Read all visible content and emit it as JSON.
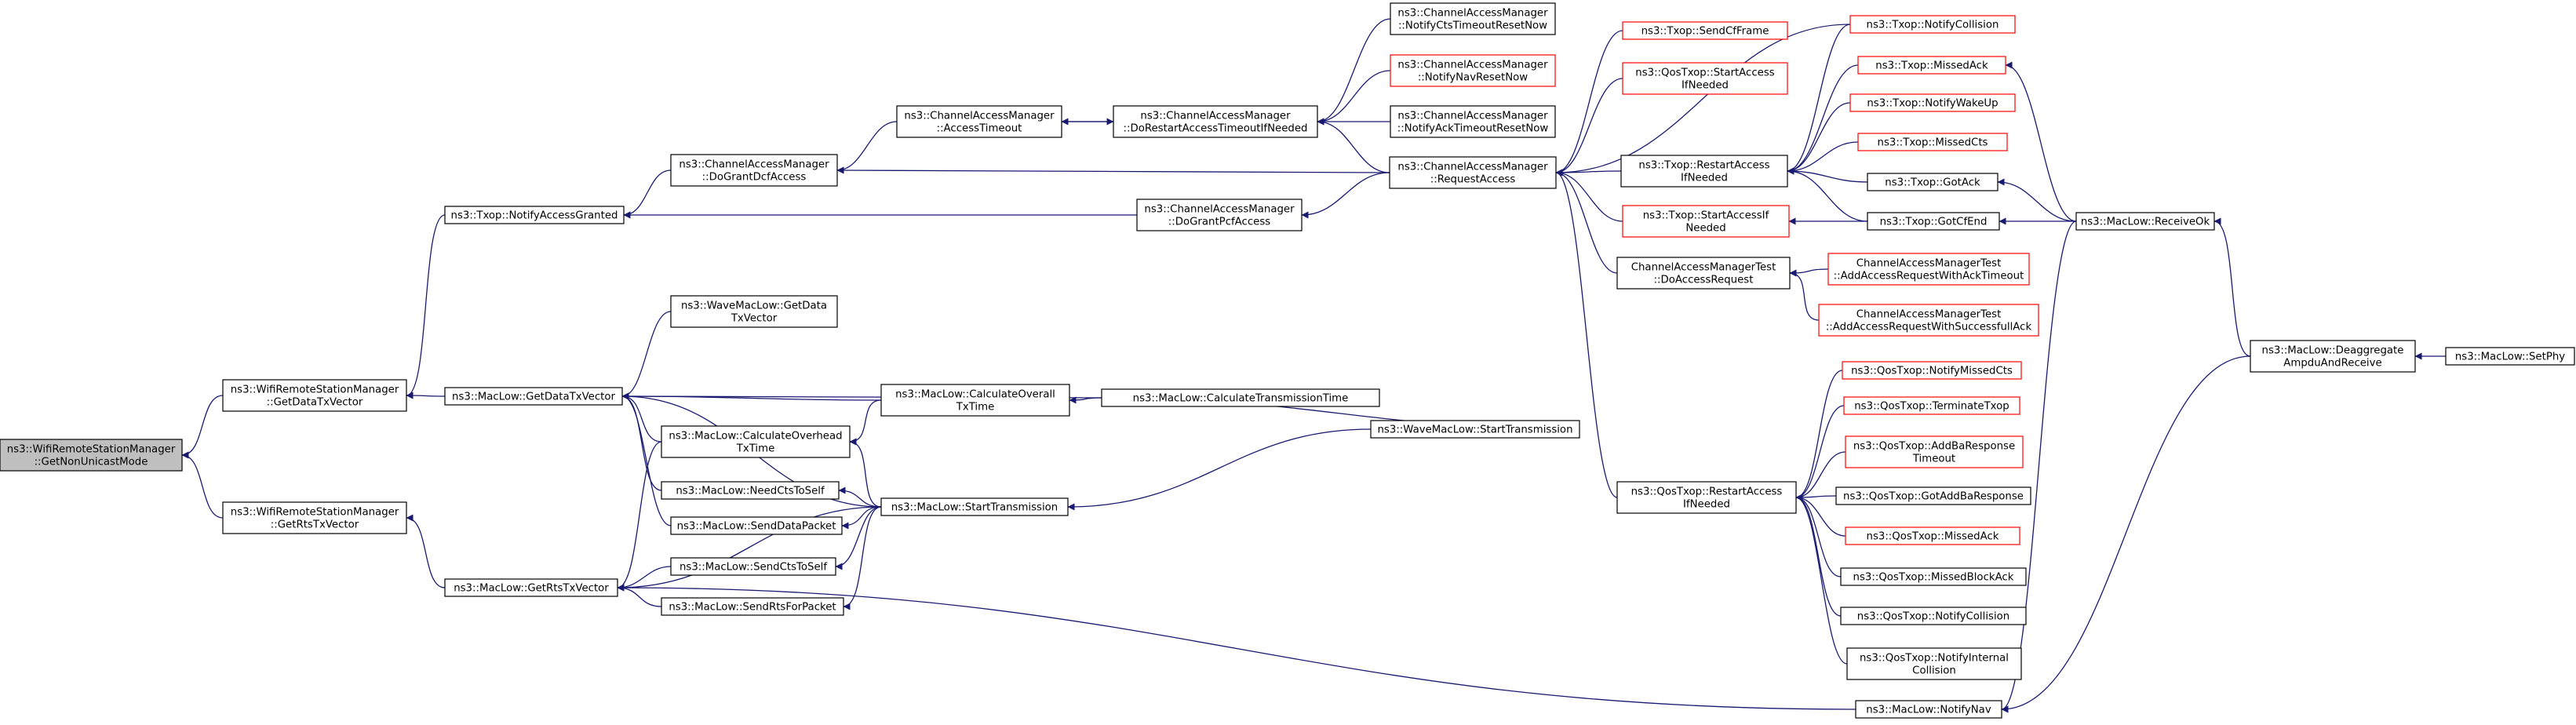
{
  "colors": {
    "edge": "#191970",
    "node_border": "#000000",
    "node_border_truncated": "#ff0000",
    "node_fill": "#ffffff",
    "root_fill": "#bfbfbf",
    "text": "#000000"
  },
  "nodes": [
    {
      "id": "root",
      "lines": [
        "ns3::WifiRemoteStationManager",
        "::GetNonUnicastMode"
      ],
      "root": true
    },
    {
      "id": "getDataTx",
      "lines": [
        "ns3::WifiRemoteStationManager",
        "::GetDataTxVector"
      ]
    },
    {
      "id": "getRtsTx",
      "lines": [
        "ns3::WifiRemoteStationManager",
        "::GetRtsTxVector"
      ]
    },
    {
      "id": "notifyAccessGranted",
      "lines": [
        "ns3::Txop::NotifyAccessGranted"
      ]
    },
    {
      "id": "macGetDataTx",
      "lines": [
        "ns3::MacLow::GetDataTxVector"
      ]
    },
    {
      "id": "macGetRtsTx",
      "lines": [
        "ns3::MacLow::GetRtsTxVector"
      ]
    },
    {
      "id": "doGrantDcf",
      "lines": [
        "ns3::ChannelAccessManager",
        "::DoGrantDcfAccess"
      ]
    },
    {
      "id": "waveGetData",
      "lines": [
        "ns3::WaveMacLow::GetData",
        "TxVector"
      ]
    },
    {
      "id": "calcOverhead",
      "lines": [
        "ns3::MacLow::CalculateOverhead",
        "TxTime"
      ]
    },
    {
      "id": "needCtsToSelf",
      "lines": [
        "ns3::MacLow::NeedCtsToSelf"
      ]
    },
    {
      "id": "sendDataPacket",
      "lines": [
        "ns3::MacLow::SendDataPacket"
      ]
    },
    {
      "id": "sendCtsToSelf",
      "lines": [
        "ns3::MacLow::SendCtsToSelf"
      ]
    },
    {
      "id": "sendRtsForPacket",
      "lines": [
        "ns3::MacLow::SendRtsForPacket"
      ]
    },
    {
      "id": "accessTimeout",
      "lines": [
        "ns3::ChannelAccessManager",
        "::AccessTimeout"
      ]
    },
    {
      "id": "calcOverall",
      "lines": [
        "ns3::MacLow::CalculateOverall",
        "TxTime"
      ]
    },
    {
      "id": "startTransmission",
      "lines": [
        "ns3::MacLow::StartTransmission"
      ]
    },
    {
      "id": "doGrantPcf",
      "lines": [
        "ns3::ChannelAccessManager",
        "::DoGrantPcfAccess"
      ]
    },
    {
      "id": "calcTransmission",
      "lines": [
        "ns3::MacLow::CalculateTransmissionTime"
      ]
    },
    {
      "id": "doRestart",
      "lines": [
        "ns3::ChannelAccessManager",
        "::DoRestartAccessTimeoutIfNeeded"
      ]
    },
    {
      "id": "waveStart",
      "lines": [
        "ns3::WaveMacLow::StartTransmission"
      ]
    },
    {
      "id": "notifyCtsReset",
      "lines": [
        "ns3::ChannelAccessManager",
        "::NotifyCtsTimeoutResetNow"
      ]
    },
    {
      "id": "notifyNavReset",
      "lines": [
        "ns3::ChannelAccessManager",
        "::NotifyNavResetNow"
      ],
      "truncated": true
    },
    {
      "id": "notifyAckReset",
      "lines": [
        "ns3::ChannelAccessManager",
        "::NotifyAckTimeoutResetNow"
      ]
    },
    {
      "id": "requestAccess",
      "lines": [
        "ns3::ChannelAccessManager",
        "::RequestAccess"
      ]
    },
    {
      "id": "sendCfFrame",
      "lines": [
        "ns3::Txop::SendCfFrame"
      ],
      "truncated": true
    },
    {
      "id": "qosStartAccess",
      "lines": [
        "ns3::QosTxop::StartAccess",
        "IfNeeded"
      ],
      "truncated": true
    },
    {
      "id": "restartAccess",
      "lines": [
        "ns3::Txop::RestartAccess",
        "IfNeeded"
      ]
    },
    {
      "id": "startAccess",
      "lines": [
        "ns3::Txop::StartAccessIf",
        "Needed"
      ],
      "truncated": true
    },
    {
      "id": "doAccessRequest",
      "lines": [
        "ChannelAccessManagerTest",
        "::DoAccessRequest"
      ]
    },
    {
      "id": "qosRestartAccess",
      "lines": [
        "ns3::QosTxop::RestartAccess",
        "IfNeeded"
      ]
    },
    {
      "id": "notifyNav",
      "lines": [
        "ns3::MacLow::NotifyNav"
      ]
    },
    {
      "id": "notifyCollision",
      "lines": [
        "ns3::Txop::NotifyCollision"
      ],
      "truncated": true
    },
    {
      "id": "missedAck",
      "lines": [
        "ns3::Txop::MissedAck"
      ],
      "truncated": true
    },
    {
      "id": "notifyWakeUp",
      "lines": [
        "ns3::Txop::NotifyWakeUp"
      ],
      "truncated": true
    },
    {
      "id": "missedCts",
      "lines": [
        "ns3::Txop::MissedCts"
      ],
      "truncated": true
    },
    {
      "id": "gotAck",
      "lines": [
        "ns3::Txop::GotAck"
      ]
    },
    {
      "id": "gotCfEnd",
      "lines": [
        "ns3::Txop::GotCfEnd"
      ]
    },
    {
      "id": "addAckTimeout",
      "lines": [
        "ChannelAccessManagerTest",
        "::AddAccessRequestWithAckTimeout"
      ],
      "truncated": true
    },
    {
      "id": "addSuccessfulAck",
      "lines": [
        "ChannelAccessManagerTest",
        "::AddAccessRequestWithSuccessfullAck"
      ],
      "truncated": true
    },
    {
      "id": "qosNotifyMissedCts",
      "lines": [
        "ns3::QosTxop::NotifyMissedCts"
      ],
      "truncated": true
    },
    {
      "id": "qosTerminateTxop",
      "lines": [
        "ns3::QosTxop::TerminateTxop"
      ],
      "truncated": true
    },
    {
      "id": "qosAddBaTimeout",
      "lines": [
        "ns3::QosTxop::AddBaResponse",
        "Timeout"
      ],
      "truncated": true
    },
    {
      "id": "qosGotAddBa",
      "lines": [
        "ns3::QosTxop::GotAddBaResponse"
      ]
    },
    {
      "id": "qosMissedAck",
      "lines": [
        "ns3::QosTxop::MissedAck"
      ],
      "truncated": true
    },
    {
      "id": "qosMissedBlockAck",
      "lines": [
        "ns3::QosTxop::MissedBlockAck"
      ]
    },
    {
      "id": "qosNotifyCollision",
      "lines": [
        "ns3::QosTxop::NotifyCollision"
      ]
    },
    {
      "id": "qosNotifyInternal",
      "lines": [
        "ns3::QosTxop::NotifyInternal",
        "Collision"
      ]
    },
    {
      "id": "receiveOk",
      "lines": [
        "ns3::MacLow::ReceiveOk"
      ]
    },
    {
      "id": "deaggregate",
      "lines": [
        "ns3::MacLow::Deaggregate",
        "AmpduAndReceive"
      ]
    },
    {
      "id": "setPhy",
      "lines": [
        "ns3::MacLow::SetPhy"
      ]
    }
  ],
  "edges": [
    [
      "getDataTx",
      "root"
    ],
    [
      "getRtsTx",
      "root"
    ],
    [
      "notifyAccessGranted",
      "getDataTx"
    ],
    [
      "macGetDataTx",
      "getDataTx"
    ],
    [
      "macGetRtsTx",
      "getRtsTx"
    ],
    [
      "doGrantDcf",
      "notifyAccessGranted"
    ],
    [
      "doGrantPcf",
      "notifyAccessGranted"
    ],
    [
      "waveGetData",
      "macGetDataTx"
    ],
    [
      "calcOverhead",
      "macGetDataTx"
    ],
    [
      "needCtsToSelf",
      "macGetDataTx"
    ],
    [
      "sendDataPacket",
      "macGetDataTx"
    ],
    [
      "calcOverall",
      "macGetDataTx"
    ],
    [
      "startTransmission",
      "macGetDataTx"
    ],
    [
      "calcTransmission",
      "macGetDataTx"
    ],
    [
      "calcOverhead",
      "macGetRtsTx"
    ],
    [
      "sendCtsToSelf",
      "macGetRtsTx"
    ],
    [
      "sendRtsForPacket",
      "macGetRtsTx"
    ],
    [
      "startTransmission",
      "macGetRtsTx"
    ],
    [
      "notifyNav",
      "macGetRtsTx"
    ],
    [
      "accessTimeout",
      "doGrantDcf"
    ],
    [
      "requestAccess",
      "doGrantDcf"
    ],
    [
      "calcOverall",
      "calcOverhead"
    ],
    [
      "startTransmission",
      "calcOverhead"
    ],
    [
      "startTransmission",
      "needCtsToSelf"
    ],
    [
      "startTransmission",
      "sendDataPacket"
    ],
    [
      "startTransmission",
      "sendCtsToSelf"
    ],
    [
      "startTransmission",
      "sendRtsForPacket"
    ],
    [
      "doRestart",
      "accessTimeout"
    ],
    [
      "calcTransmission",
      "calcOverall"
    ],
    [
      "waveStart",
      "startTransmission"
    ],
    [
      "requestAccess",
      "doGrantPcf"
    ],
    [
      "waveStart",
      "calcTransmission"
    ],
    [
      "accessTimeout",
      "doRestart"
    ],
    [
      "notifyCtsReset",
      "doRestart"
    ],
    [
      "notifyNavReset",
      "doRestart"
    ],
    [
      "notifyAckReset",
      "doRestart"
    ],
    [
      "requestAccess",
      "doRestart"
    ],
    [
      "sendCfFrame",
      "requestAccess"
    ],
    [
      "qosStartAccess",
      "requestAccess"
    ],
    [
      "restartAccess",
      "requestAccess"
    ],
    [
      "startAccess",
      "requestAccess"
    ],
    [
      "doAccessRequest",
      "requestAccess"
    ],
    [
      "qosRestartAccess",
      "requestAccess"
    ],
    [
      "notifyCollision",
      "requestAccess"
    ],
    [
      "notifyCollision",
      "restartAccess"
    ],
    [
      "missedAck",
      "restartAccess"
    ],
    [
      "notifyWakeUp",
      "restartAccess"
    ],
    [
      "missedCts",
      "restartAccess"
    ],
    [
      "gotAck",
      "restartAccess"
    ],
    [
      "gotCfEnd",
      "restartAccess"
    ],
    [
      "gotCfEnd",
      "startAccess"
    ],
    [
      "addAckTimeout",
      "doAccessRequest"
    ],
    [
      "addSuccessfulAck",
      "doAccessRequest"
    ],
    [
      "qosNotifyMissedCts",
      "qosRestartAccess"
    ],
    [
      "qosTerminateTxop",
      "qosRestartAccess"
    ],
    [
      "qosAddBaTimeout",
      "qosRestartAccess"
    ],
    [
      "qosGotAddBa",
      "qosRestartAccess"
    ],
    [
      "qosMissedAck",
      "qosRestartAccess"
    ],
    [
      "qosMissedBlockAck",
      "qosRestartAccess"
    ],
    [
      "qosNotifyCollision",
      "qosRestartAccess"
    ],
    [
      "qosNotifyInternal",
      "qosRestartAccess"
    ],
    [
      "receiveOk",
      "missedAck"
    ],
    [
      "receiveOk",
      "gotAck"
    ],
    [
      "receiveOk",
      "gotCfEnd"
    ],
    [
      "receiveOk",
      "notifyNav"
    ],
    [
      "deaggregate",
      "receiveOk"
    ],
    [
      "deaggregate",
      "notifyNav"
    ],
    [
      "setPhy",
      "deaggregate"
    ]
  ]
}
